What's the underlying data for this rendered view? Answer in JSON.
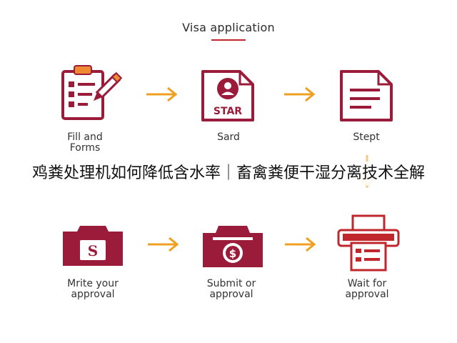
{
  "title": "Visa application",
  "overlay_text": "鸡粪处理机如何降低含水率｜畜禽粪便干湿分离技术全解",
  "colors": {
    "primary": "#9b1c3a",
    "accent_orange": "#f08a32",
    "arrow": "#f0a020",
    "underline": "#c0272d"
  },
  "steps": [
    {
      "label_line1": "Fill and",
      "label_line2": "Forms",
      "icon": "clipboard-pencil-icon"
    },
    {
      "label_line1": "Sard",
      "label_line2": "",
      "icon": "star-document-icon",
      "badge_text": "STAR"
    },
    {
      "label_line1": "Stept",
      "label_line2": "",
      "icon": "document-icon"
    },
    {
      "label_line1": "Mrite your",
      "label_line2": "approval",
      "icon": "camera-s-icon",
      "badge_text": "S"
    },
    {
      "label_line1": "Submit or",
      "label_line2": "approval",
      "icon": "camera-dollar-icon",
      "badge_text": "$"
    },
    {
      "label_line1": "Wait for",
      "label_line2": "approval",
      "icon": "printer-icon"
    }
  ]
}
